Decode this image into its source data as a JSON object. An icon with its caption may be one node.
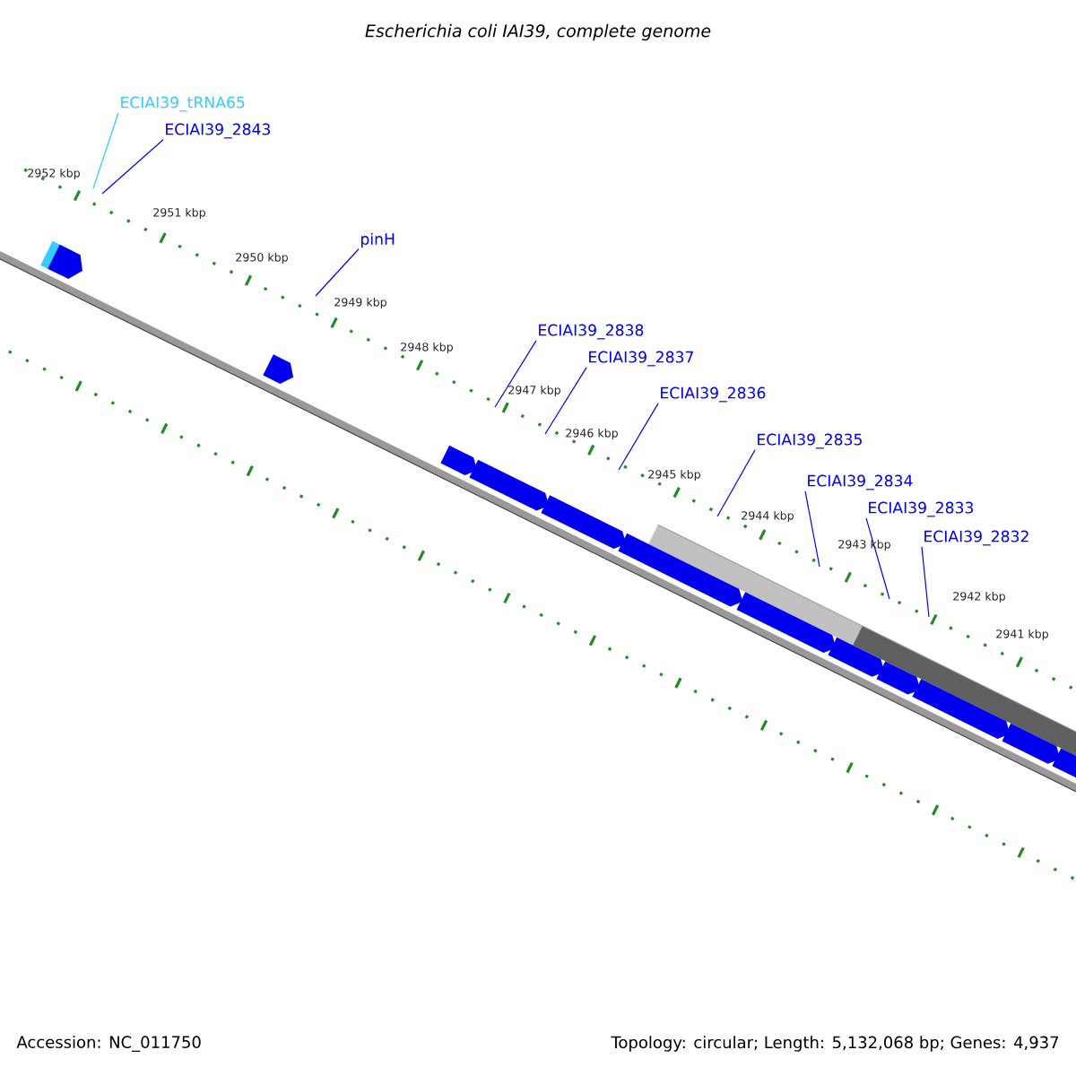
{
  "diagram": {
    "title": "Escherichia coli IAI39, complete genome",
    "nodes": [
      {
        "text": [
          "ECIAI39_tRNA65"
        ]
      },
      {
        "text": [
          "ECIAI39_2843"
        ]
      },
      {
        "text": [
          "pinH"
        ]
      },
      {
        "text": [
          "ECIAI39_2838"
        ]
      },
      {
        "text": [
          "ECIAI39_2837"
        ]
      },
      {
        "text": [
          "ECIAI39_2836"
        ]
      },
      {
        "text": [
          "ECIAI39_2835"
        ]
      },
      {
        "text": [
          "ECIAI39_2834"
        ]
      },
      {
        "text": [
          "ECIAI39_2833"
        ]
      },
      {
        "text": [
          "ECIAI39_2832"
        ]
      }
    ],
    "edges": [
      {
        "from": 0,
        "to": null,
        "arrow": "none",
        "color": "#33ccff"
      },
      {
        "from": 1,
        "to": null,
        "arrow": "none"
      },
      {
        "from": 2,
        "to": null,
        "arrow": "none"
      },
      {
        "from": 3,
        "to": null,
        "arrow": "none"
      },
      {
        "from": 4,
        "to": null,
        "arrow": "none"
      },
      {
        "from": 5,
        "to": null,
        "arrow": "none"
      },
      {
        "from": 6,
        "to": null,
        "arrow": "none"
      },
      {
        "from": 7,
        "to": null,
        "arrow": "none"
      },
      {
        "from": 8,
        "to": null,
        "arrow": "none"
      },
      {
        "from": 9,
        "to": null,
        "arrow": "none"
      }
    ],
    "labels": [
      "2952 kbp",
      "2951 kbp",
      "2950 kbp",
      "2949 kbp",
      "2948 kbp",
      "2947 kbp",
      "2946 kbp",
      "2945 kbp",
      "2944 kbp",
      "2943 kbp",
      "2942 kbp",
      "2941 kbp",
      "Accession: NC_011750",
      "Topology: circular; Length: 5,132,068 bp; Genes: 4,937"
    ]
  }
}
